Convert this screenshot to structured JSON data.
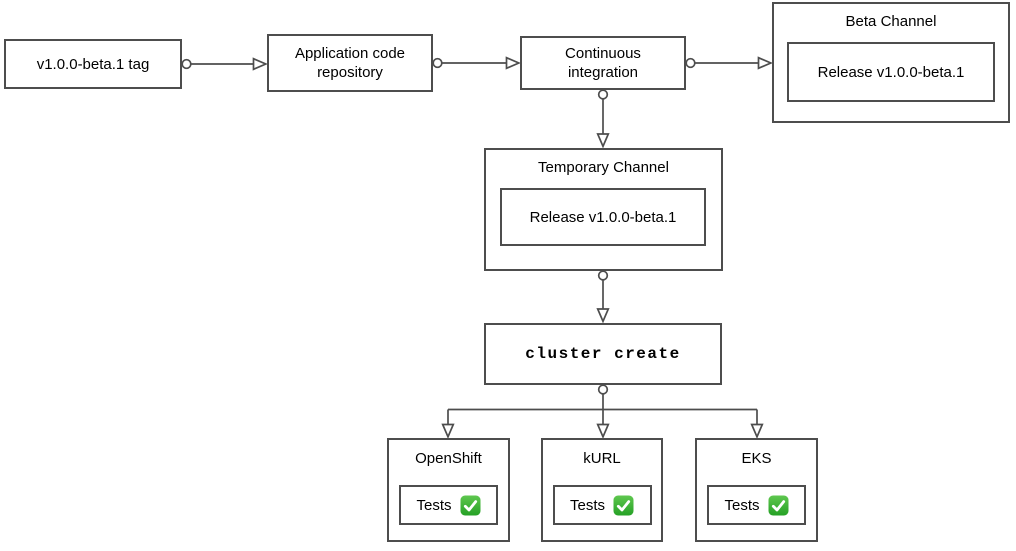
{
  "diagram": {
    "tag_box": {
      "label": "v1.0.0-beta.1 tag"
    },
    "repo_box": {
      "label": "Application code repository"
    },
    "ci_box": {
      "label": "Continuous integration"
    },
    "beta_channel": {
      "title": "Beta Channel",
      "release_label": "Release v1.0.0-beta.1"
    },
    "temporary_channel": {
      "title": "Temporary Channel",
      "release_label": "Release v1.0.0-beta.1"
    },
    "cluster_create_box": {
      "label": "cluster create"
    },
    "clusters": [
      {
        "title": "OpenShift",
        "tests_label": "Tests",
        "status_icon": "check-mark-button-icon",
        "status_emoji": "✅"
      },
      {
        "title": "kURL",
        "tests_label": "Tests",
        "status_icon": "check-mark-button-icon",
        "status_emoji": "✅"
      },
      {
        "title": "EKS",
        "tests_label": "Tests",
        "status_icon": "check-mark-button-icon",
        "status_emoji": "✅"
      }
    ],
    "colors": {
      "line": "#4d4d4d",
      "background": "#ffffff",
      "text": "#000000",
      "check_green_top": "#5fc74f",
      "check_green_bottom": "#25a125",
      "check_mark_white": "#ffffff"
    }
  }
}
